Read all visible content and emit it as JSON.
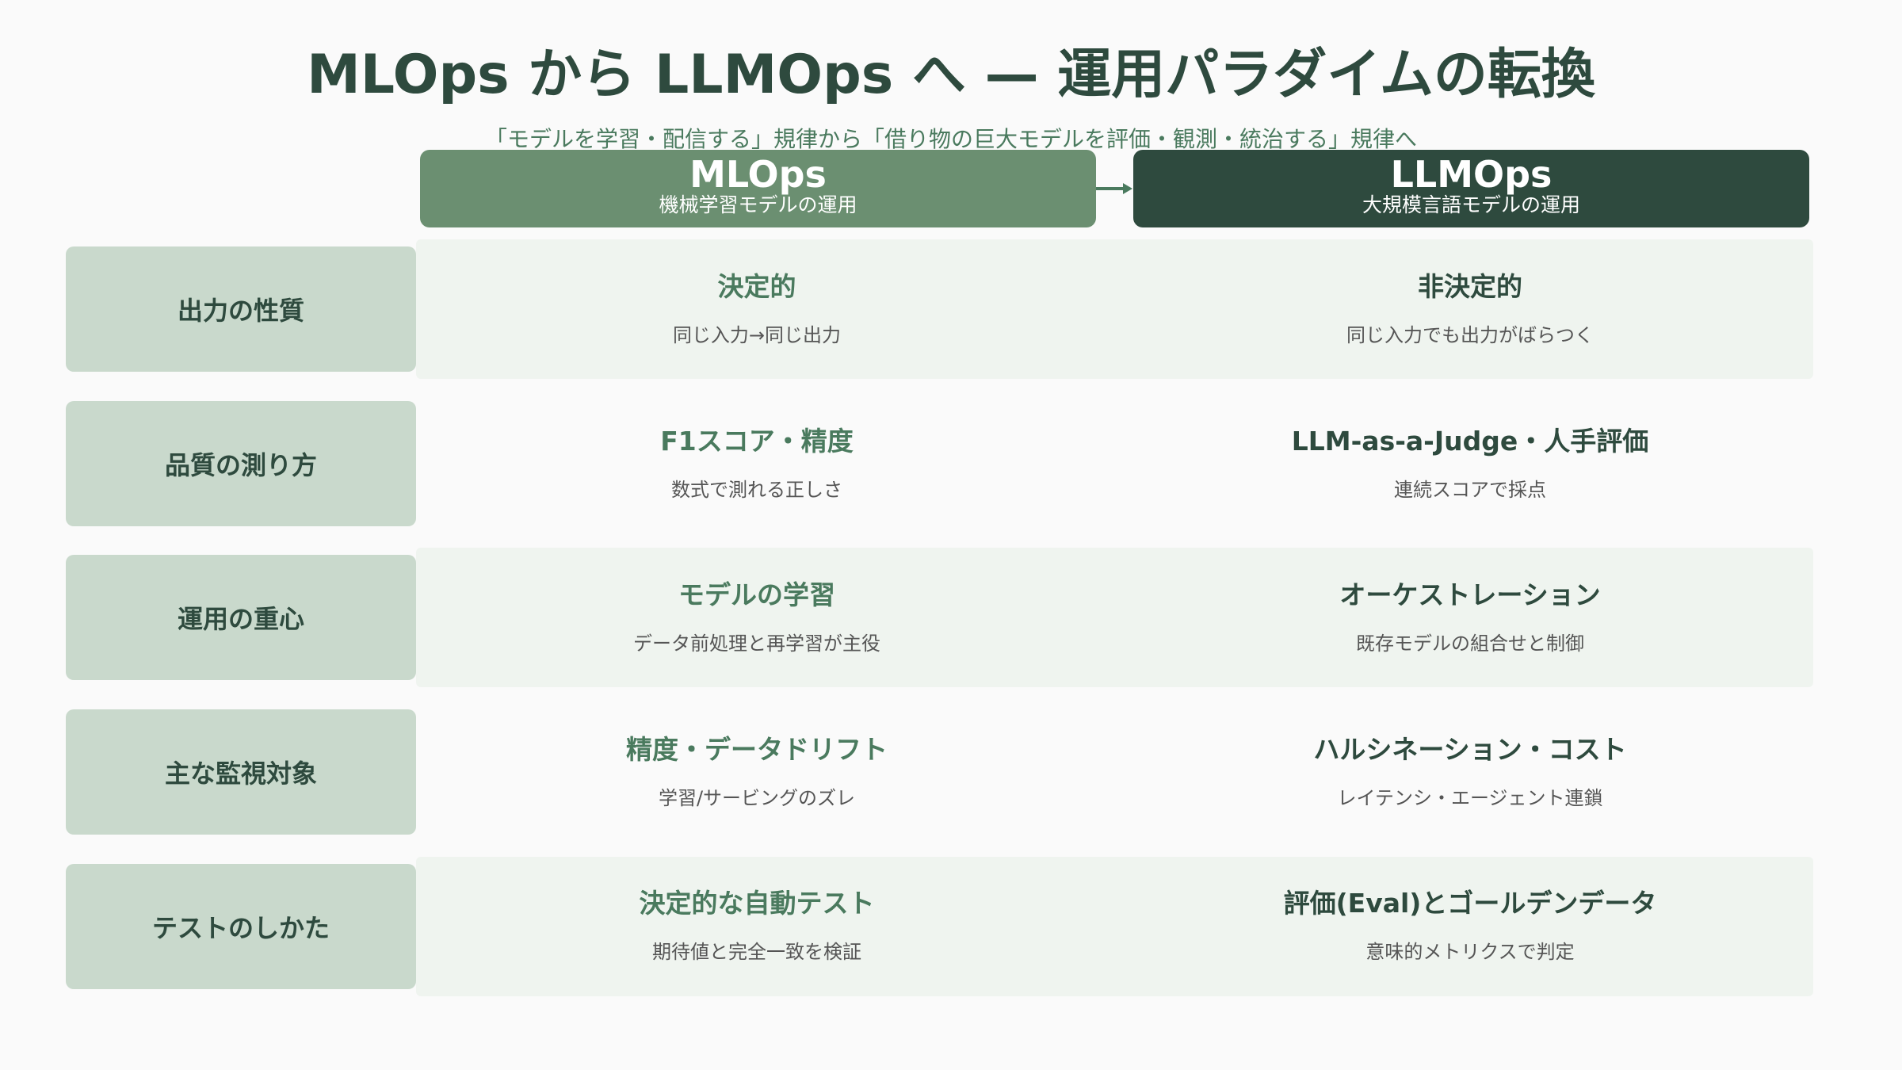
{
  "title": "MLOps から LLMOps へ — 運用パラダイムの転換",
  "subtitle": "「モデルを学習・配信する」規律から「借り物の巨大モデルを評価・観測・統治する」規律へ",
  "columns": {
    "ml": {
      "title": "MLOps",
      "subtitle": "機械学習モデルの運用"
    },
    "llm": {
      "title": "LLMOps",
      "subtitle": "大規模言語モデルの運用"
    }
  },
  "colors": {
    "ml_header": "#6b8f71",
    "llm_header": "#2e4a3e",
    "row_label_bg": "#c9d9cc",
    "row_band_bg": "#eff4ef"
  },
  "rows": [
    {
      "label": "出力の性質",
      "ml_main": "決定的",
      "ml_sub": "同じ入力→同じ出力",
      "llm_main": "非決定的",
      "llm_sub": "同じ入力でも出力がばらつく"
    },
    {
      "label": "品質の測り方",
      "ml_main": "F1スコア・精度",
      "ml_sub": "数式で測れる正しさ",
      "llm_main": "LLM-as-a-Judge・人手評価",
      "llm_sub": "連続スコアで採点"
    },
    {
      "label": "運用の重心",
      "ml_main": "モデルの学習",
      "ml_sub": "データ前処理と再学習が主役",
      "llm_main": "オーケストレーション",
      "llm_sub": "既存モデルの組合せと制御"
    },
    {
      "label": "主な監視対象",
      "ml_main": "精度・データドリフト",
      "ml_sub": "学習/サービングのズレ",
      "llm_main": "ハルシネーション・コスト",
      "llm_sub": "レイテンシ・エージェント連鎖"
    },
    {
      "label": "テストのしかた",
      "ml_main": "決定的な自動テスト",
      "ml_sub": "期待値と完全一致を検証",
      "llm_main": "評価(Eval)とゴールデンデータ",
      "llm_sub": "意味的メトリクスで判定"
    }
  ]
}
